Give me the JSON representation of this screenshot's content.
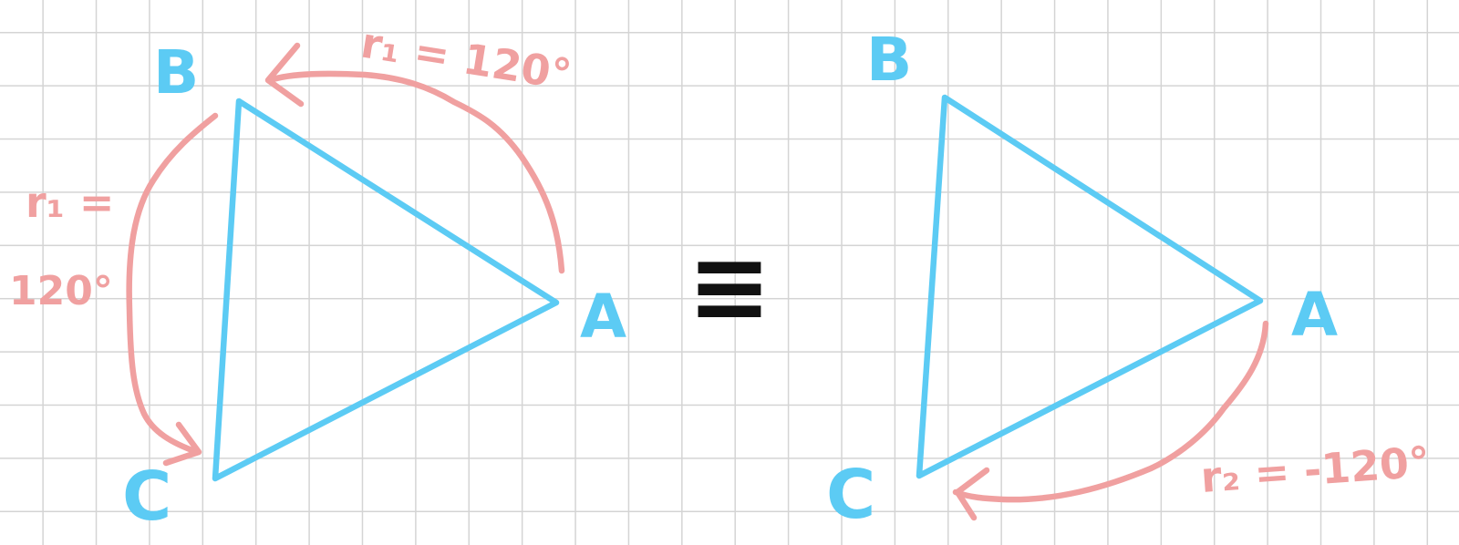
{
  "colors": {
    "triangle": "#5ccbf4",
    "rotation": "#f0a0a0",
    "equiv": "#111111",
    "grid": "#d4d4d4"
  },
  "left": {
    "vertex_a": "A",
    "vertex_b": "B",
    "vertex_c": "C",
    "top_rotation": "r₁ = 120°",
    "side_rotation_r": "r₁ =",
    "side_rotation_deg": "120°"
  },
  "equivalence_symbol": "≡",
  "right": {
    "vertex_a": "A",
    "vertex_b": "B",
    "vertex_c": "C",
    "rotation": "r₂ = -120°"
  }
}
